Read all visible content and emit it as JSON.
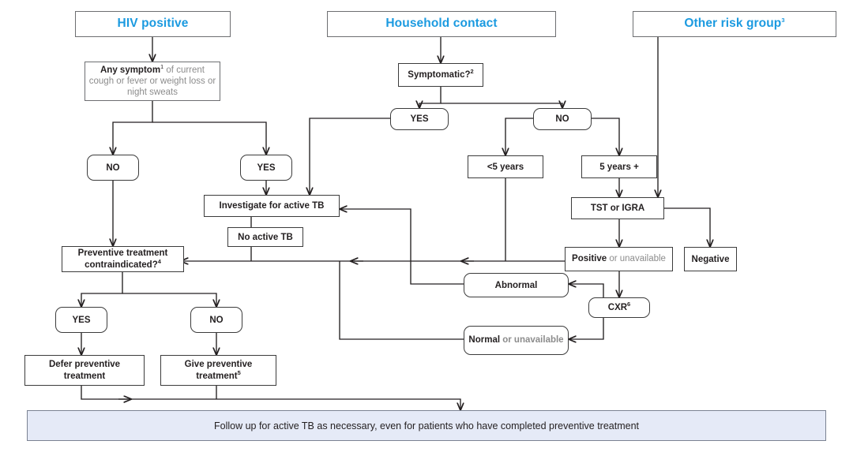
{
  "diagram": {
    "title_colors": {
      "header_text": "#1b9ae0",
      "banner_fill": "#e5eaf7",
      "line": "#231f20"
    },
    "headers": [
      {
        "id": "hiv",
        "label": "HIV positive"
      },
      {
        "id": "household",
        "label": "Household contact"
      },
      {
        "id": "other",
        "label": "Other risk group",
        "sup": "3"
      }
    ],
    "nodes": {
      "any_symptom": {
        "bold": "Any symptom",
        "sup": "1",
        "rest": " of current cough or fever or weight loss or night sweats"
      },
      "symptomatic": {
        "label": "Symptomatic?",
        "sup": "2"
      },
      "hiv_no": {
        "label": "NO"
      },
      "hiv_yes": {
        "label": "YES"
      },
      "hh_yes": {
        "label": "YES"
      },
      "hh_no": {
        "label": "NO"
      },
      "under5": {
        "label": "<5 years"
      },
      "over5": {
        "label": "5 years +"
      },
      "tst": {
        "label": "TST or IGRA"
      },
      "investigate": {
        "label": "Investigate for active TB"
      },
      "no_active_tb": {
        "label": "No active TB"
      },
      "positive": {
        "bold": "Positive",
        "rest": " or unavailable"
      },
      "negative": {
        "label": "Negative"
      },
      "cxr": {
        "label": "CXR",
        "sup": "6"
      },
      "abnormal": {
        "label": "Abnormal"
      },
      "normal": {
        "bold": "Normal",
        "rest": " or unavailable"
      },
      "contraindicated": {
        "label": "Preventive treatment contraindicated?",
        "sup": "4"
      },
      "ct_yes": {
        "label": "YES"
      },
      "ct_no": {
        "label": "NO"
      },
      "defer": {
        "label": "Defer preventive treatment"
      },
      "give": {
        "label": "Give preventive treatment",
        "sup": "5"
      }
    },
    "banner": {
      "label": "Follow up for active TB as necessary, even for patients who have completed preventive treatment"
    }
  }
}
